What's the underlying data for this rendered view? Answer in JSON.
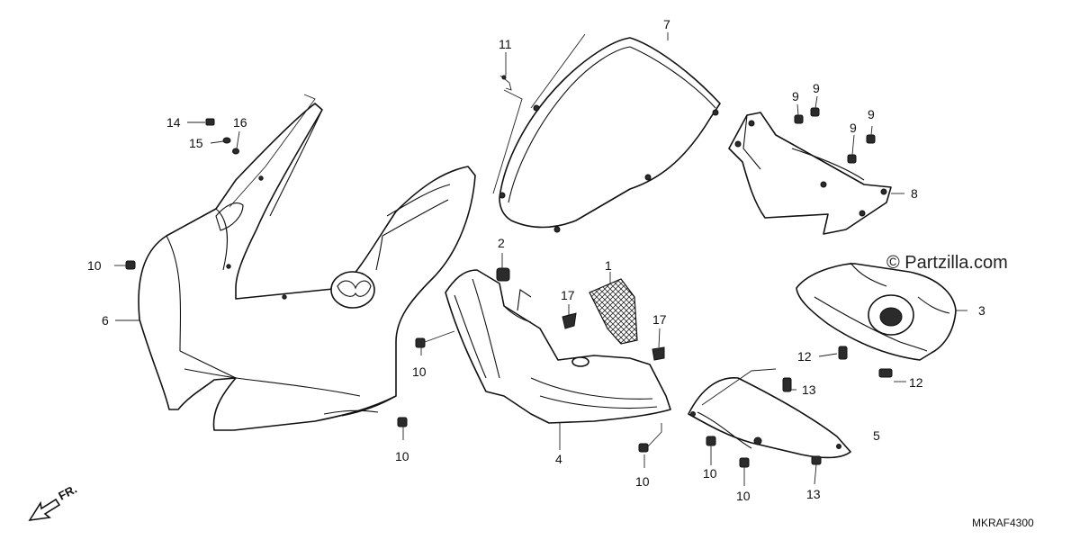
{
  "watermark": "© Partzilla.com",
  "diagram_code": "MKRAF4300",
  "front_marker": "FR.",
  "callouts": {
    "c1": "1",
    "c2": "2",
    "c3": "3",
    "c4": "4",
    "c5": "5",
    "c6": "6",
    "c7": "7",
    "c8": "8",
    "c9a": "9",
    "c9b": "9",
    "c9c": "9",
    "c9d": "9",
    "c10a": "10",
    "c10b": "10",
    "c10c": "10",
    "c10d": "10",
    "c10e": "10",
    "c10f": "10",
    "c11": "11",
    "c12a": "12",
    "c12b": "12",
    "c13a": "13",
    "c13b": "13",
    "c14": "14",
    "c15": "15",
    "c16": "16",
    "c17a": "17",
    "c17b": "17"
  }
}
